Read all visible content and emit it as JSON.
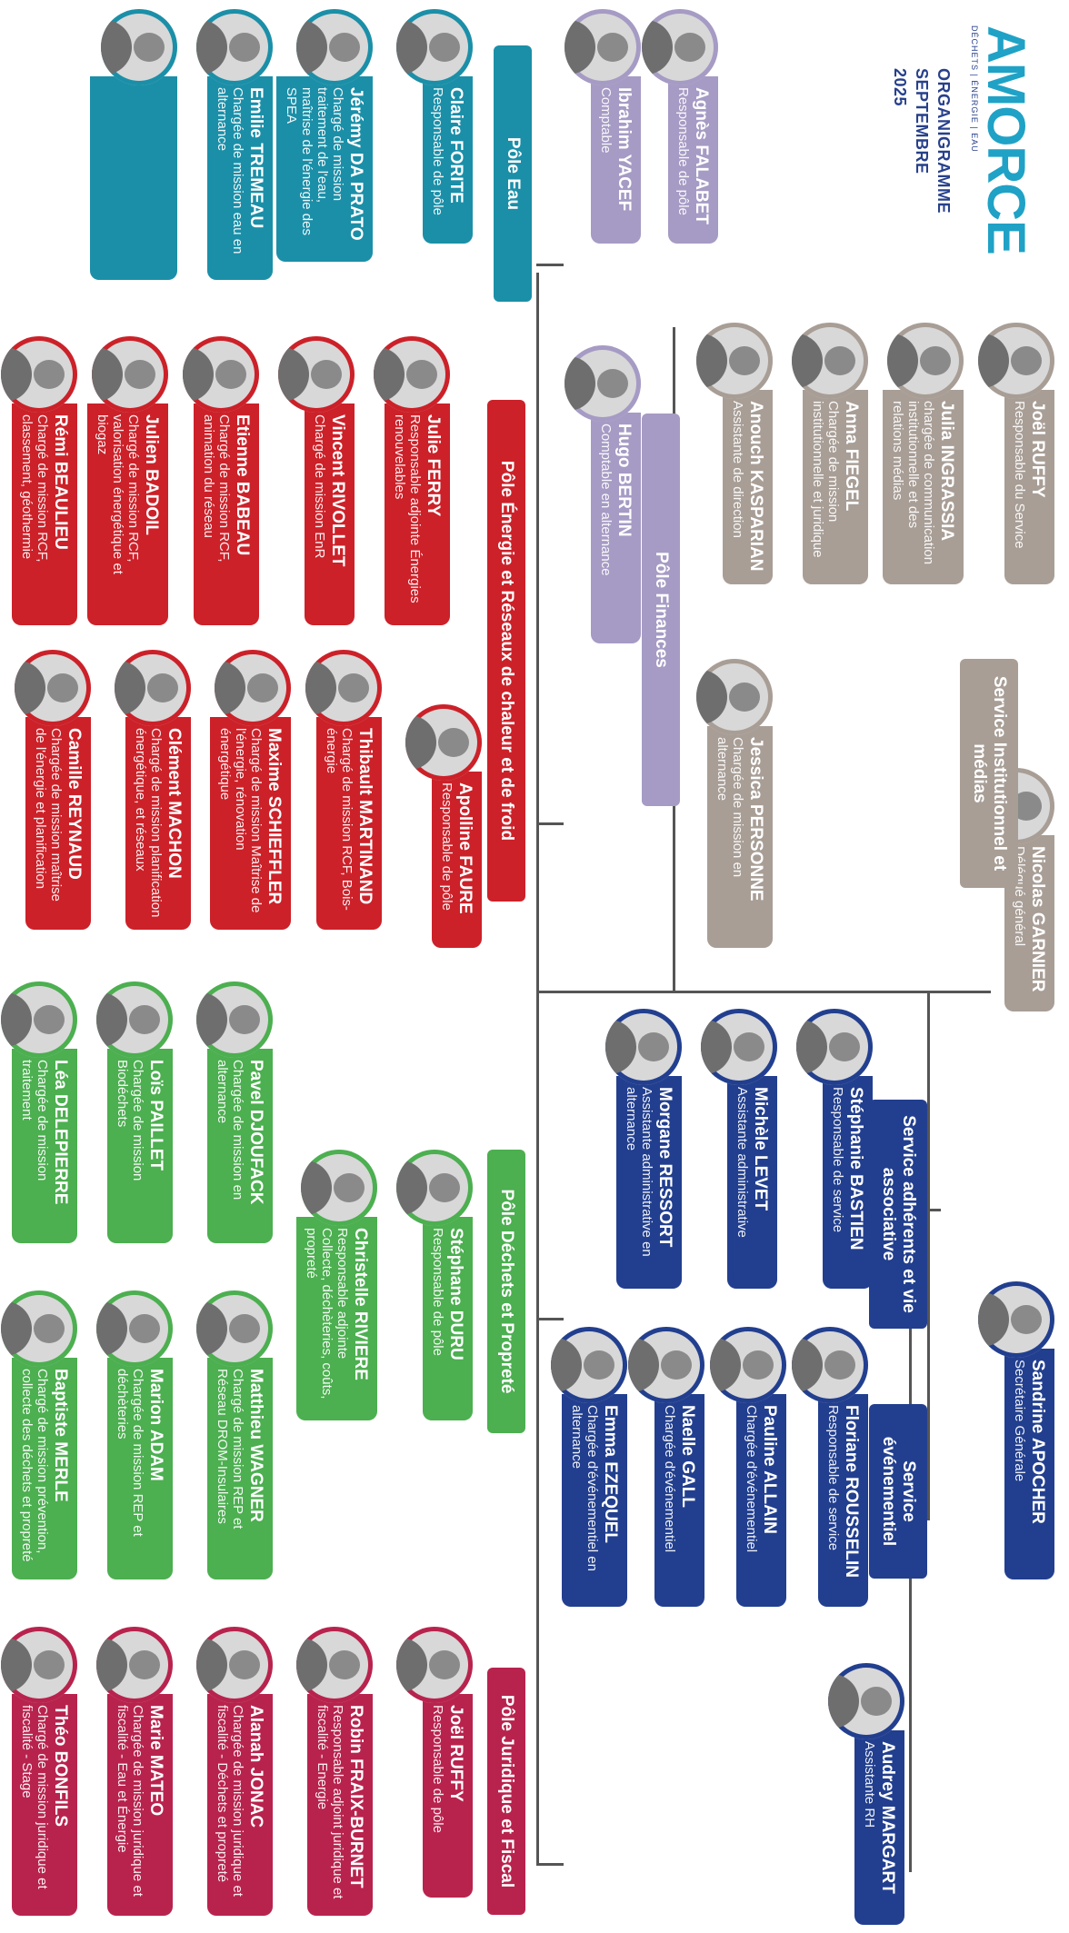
{
  "header": {
    "logo_text": "AMORCE",
    "logo_tagline": "DÉCHETS | ÉNERGIE | EAU",
    "title_line1": "ORGANIGRAMME",
    "title_line2": "SEPTEMBRE 2025"
  },
  "colors": {
    "direction": "#a89e96",
    "finances": "#a69bc4",
    "eau": "#1b8fa8",
    "energie": "#cc2129",
    "dechets": "#4caf50",
    "juridique": "#b8234d",
    "adherents": "#223f8f",
    "logo": "#1fa2c6"
  },
  "direction": {
    "delegue": {
      "name": "Nicolas GARNIER",
      "role": "Délégué général"
    },
    "secretaire": {
      "name": "Sandrine APOCHER",
      "role": "Secrétaire Générale"
    },
    "service_label": "Service Institutionnel et médias",
    "members": [
      {
        "name": "Joël RUFFY",
        "role": "Responsable du Service"
      },
      {
        "name": "Julia INGRASSIA",
        "role": "chargée de communication institutionnelle et des relations médias"
      },
      {
        "name": "Anna FIEGEL",
        "role": "Chargée de mission institutionnelle et juridique"
      },
      {
        "name": "Anouch KASPARIAN",
        "role": "Assistante de direction"
      },
      {
        "name": "Jessica PERSONNE",
        "role": "Chargée de mission en alternance"
      }
    ]
  },
  "finances": {
    "label": "Pôle Finances",
    "members": [
      {
        "name": "Agnès FALABET",
        "role": "Responsable de pôle"
      },
      {
        "name": "Ibrahim YACEF",
        "role": "Comptable"
      },
      {
        "name": "Hugo BERTIN",
        "role": "Comptable en alternance"
      }
    ]
  },
  "eau": {
    "label": "Pôle Eau",
    "members": [
      {
        "name": "Claire FORITE",
        "role": "Responsable de pôle"
      },
      {
        "name": "Jérémy DA PRATO",
        "role": "Chargé de mission traitement de l'eau, maîtrise de l'énergie des SPEA"
      },
      {
        "name": "Emilie TREMEAU",
        "role": "Chargée de mission eau en alternance"
      },
      {
        "name": "",
        "role": ""
      }
    ]
  },
  "energie": {
    "label": "Pôle Énergie et Réseaux de chaleur et de froid",
    "members": [
      {
        "name": "Julie FERRY",
        "role": "Responsable adjointe Énergies renouvelables"
      },
      {
        "name": "Vincent RIVOLLET",
        "role": "Chargé de mission EnR"
      },
      {
        "name": "Etienne BABEAU",
        "role": "Chargé de mission RCF, animation du réseau"
      },
      {
        "name": "Julien BADOIL",
        "role": "Chargé de mission RCF, valorisation énergétique et biogaz"
      },
      {
        "name": "Rémi BEAULIEU",
        "role": "Chargé de mission RCF, classement, géothermie"
      },
      {
        "name": "Apolline FAURE",
        "role": "Responsable de pôle"
      },
      {
        "name": "Thibault MARTINAND",
        "role": "Chargé de mission RCF, Bois-énergie"
      },
      {
        "name": "Maxime SCHIEFFLER",
        "role": "Chargé de mission Maîtrise de l'énergie, rénovation énergétique"
      },
      {
        "name": "Clément MACHON",
        "role": "Chargé de mission planification énergétique, et réseaux"
      },
      {
        "name": "Camille REYNAUD",
        "role": "Chargée de mission maîtrise de l'énergie et planification"
      }
    ]
  },
  "dechets": {
    "label": "Pôle Déchets et Propreté",
    "members": [
      {
        "name": "Stéphane DURU",
        "role": "Responsable de pôle"
      },
      {
        "name": "Christelle RIVIERE",
        "role": "Responsable adjointe Collecte, déchèteries, coûts, propreté"
      },
      {
        "name": "Pavel DJOUFACK",
        "role": "Chargée de mission en alternance"
      },
      {
        "name": "Loïs PAILLET",
        "role": "Chargée de mission Biodéchets"
      },
      {
        "name": "Léa DELEPIERRE",
        "role": "Chargée de mission traitement"
      },
      {
        "name": "Matthieu WAGNER",
        "role": "Chargé de mission REP et Réseau DROM-Insulaires"
      },
      {
        "name": "Marion ADAM",
        "role": "Chargée de mission REP et déchèteries"
      },
      {
        "name": "Baptiste MERLE",
        "role": "Chargé de mission prévention, collecte des déchets et propreté"
      }
    ]
  },
  "juridique": {
    "label": "Pôle Juridique et Fiscal",
    "members": [
      {
        "name": "Joël RUFFY",
        "role": "Responsable de pôle"
      },
      {
        "name": "Robin FRAIX-BURNET",
        "role": "Responsable adjoint juridique et fiscalité - Energie"
      },
      {
        "name": "Alanah JONAC",
        "role": "Chargée de mission juridique et fiscalité - Déchets et propreté"
      },
      {
        "name": "Marie MATEO",
        "role": "Chargée de mission juridique et fiscalité - Eau et Énergie"
      },
      {
        "name": "Théo BONFILS",
        "role": "Chargé de mission juridique et fiscalité - Stage"
      }
    ]
  },
  "adherents": {
    "label": "Service adhérents et vie associative",
    "members": [
      {
        "name": "Stéphanie BASTIEN",
        "role": "Responsable de service"
      },
      {
        "name": "Michèle LEVET",
        "role": "Assistante administrative"
      },
      {
        "name": "Morgane RESSORT",
        "role": "Assistante administrative en alternance"
      }
    ]
  },
  "evenementiel": {
    "label": "Service événementiel",
    "members": [
      {
        "name": "Floriane ROUSSELIN",
        "role": "Responsable de service"
      },
      {
        "name": "Pauline ALLAIN",
        "role": "Chargée d'événementiel"
      },
      {
        "name": "Naelle GALL",
        "role": "Chargée d'événementiel"
      },
      {
        "name": "Emma EZEQUEL",
        "role": "Chargée d'événementiel en alternance"
      }
    ]
  },
  "rh": {
    "name": "Audrey MARGART",
    "role": "Assistante RH"
  }
}
